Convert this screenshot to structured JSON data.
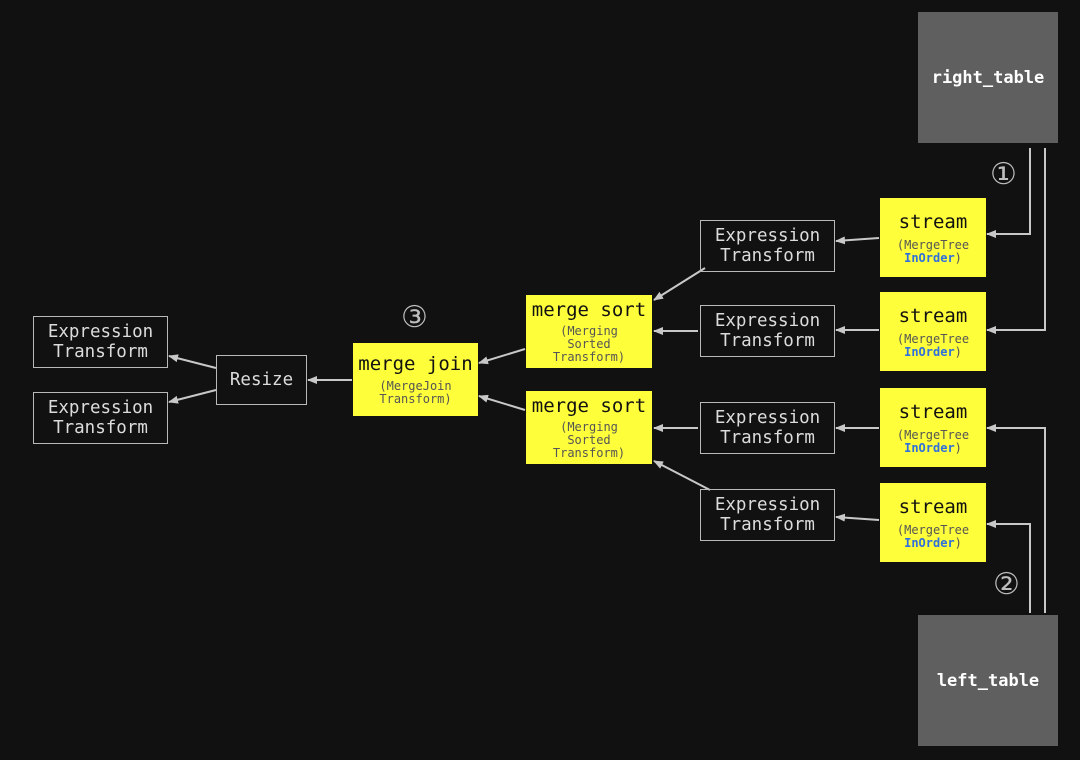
{
  "tables": {
    "right": "right_table",
    "left": "left_table"
  },
  "steps": {
    "one": "①",
    "two": "②",
    "three": "③"
  },
  "streams": [
    {
      "title": "stream",
      "sub_open": "(MergeTree",
      "sub_accent": "InOrder",
      "sub_close": ")"
    },
    {
      "title": "stream",
      "sub_open": "(MergeTree",
      "sub_accent": "InOrder",
      "sub_close": ")"
    },
    {
      "title": "stream",
      "sub_open": "(MergeTree",
      "sub_accent": "InOrder",
      "sub_close": ")"
    },
    {
      "title": "stream",
      "sub_open": "(MergeTree",
      "sub_accent": "InOrder",
      "sub_close": ")"
    }
  ],
  "expr_right": [
    {
      "line1": "Expression",
      "line2": "Transform"
    },
    {
      "line1": "Expression",
      "line2": "Transform"
    },
    {
      "line1": "Expression",
      "line2": "Transform"
    },
    {
      "line1": "Expression",
      "line2": "Transform"
    }
  ],
  "merge_sorts": [
    {
      "title": "merge sort",
      "l1": "(Merging",
      "l2": "Sorted",
      "l3": "Transform)"
    },
    {
      "title": "merge sort",
      "l1": "(Merging",
      "l2": "Sorted",
      "l3": "Transform)"
    }
  ],
  "merge_join": {
    "title": "merge join",
    "l1": "(MergeJoin",
    "l2": "Transform)"
  },
  "resize": "Resize",
  "expr_left": [
    {
      "line1": "Expression",
      "line2": "Transform"
    },
    {
      "line1": "Expression",
      "line2": "Transform"
    }
  ],
  "colors": {
    "background": "#111111",
    "table_fill": "#5f5f5f",
    "highlight_fill": "#fefe3a",
    "accent_text": "#2f6fde",
    "edge": "#c8c8c8"
  }
}
